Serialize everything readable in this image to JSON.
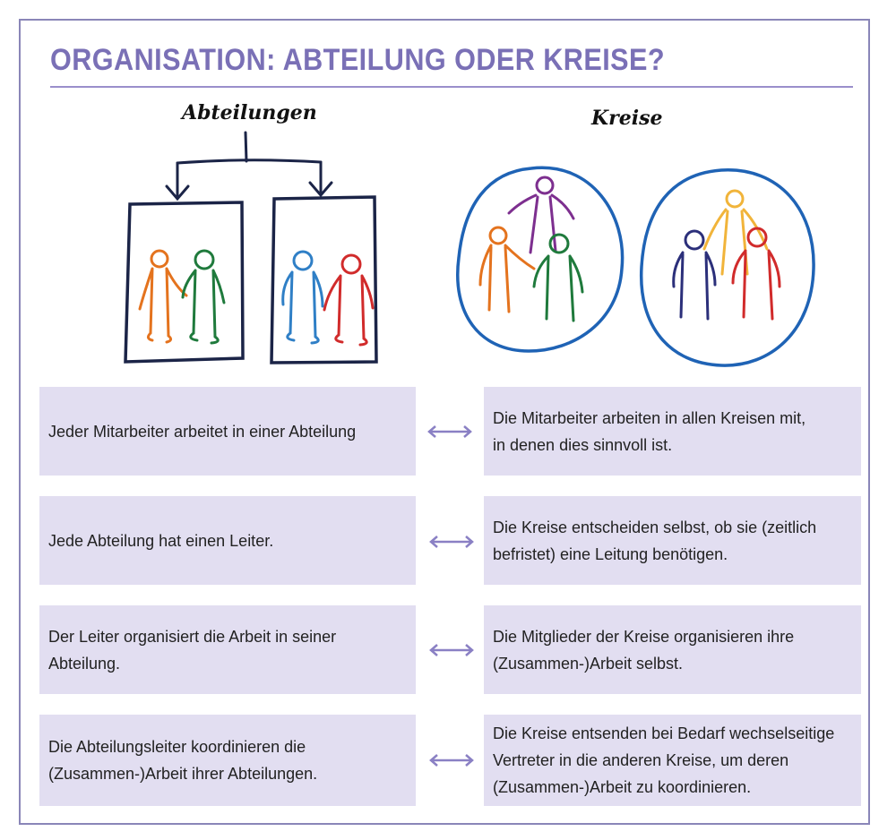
{
  "title": "ORGANISATION: ABTEILUNG ODER KREISE?",
  "left_heading": "Abteilungen",
  "right_heading": "Kreise",
  "colors": {
    "accent": "#7a70b6",
    "box_fill": "#e2def1",
    "navy": "#1b2447",
    "circle_blue": "#1f63b5",
    "orange": "#e4731e",
    "green": "#1f7a3c",
    "blue": "#2f7fc6",
    "red": "#d12b2b",
    "purple": "#7d2f8f",
    "yellow": "#f1b43a",
    "navy_figure": "#2b2f7a",
    "arrow": "#8a80c4"
  },
  "rows": [
    {
      "left": "Jeder Mitarbeiter arbeitet in einer Abteilung",
      "right": "Die Mitarbeiter arbeiten in allen Kreisen mit,\nin denen dies sinnvoll ist."
    },
    {
      "left": "Jede Abteilung hat einen Leiter.",
      "right": "Die Kreise entscheiden selbst, ob sie (zeitlich\nbefristet) eine Leitung benötigen."
    },
    {
      "left": "Der Leiter organisiert die Arbeit in seiner\nAbteilung.",
      "right": "Die Mitglieder der Kreise organisieren ihre\n(Zusammen-)Arbeit selbst."
    },
    {
      "left": "Die Abteilungsleiter koordinieren die\n(Zusammen-)Arbeit ihrer Abteilungen.",
      "right": "Die Kreise entsenden bei Bedarf wechselseitige\nVertreter in die anderen Kreise, um deren\n(Zusammen-)Arbeit zu koordinieren."
    }
  ]
}
